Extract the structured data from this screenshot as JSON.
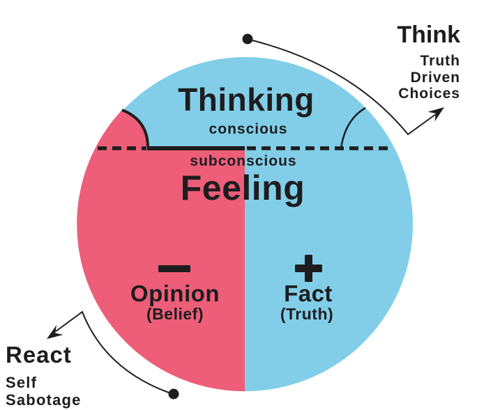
{
  "colors": {
    "pink": "#ee5e78",
    "blue": "#82cee8",
    "ink": "#1d1d1f"
  },
  "diagram": {
    "conscious_zone": {
      "title": "Thinking",
      "label": "conscious"
    },
    "subconscious_zone": {
      "label": "subconscious",
      "title": "Feeling"
    },
    "opinion_side": {
      "sign": "−",
      "label": "Opinion",
      "sublabel": "(Belief)"
    },
    "fact_side": {
      "sign": "+",
      "label": "Fact",
      "sublabel": "(Truth)"
    }
  },
  "callouts": {
    "think": {
      "title": "Think",
      "lines": [
        "Truth",
        "Driven",
        "Choices"
      ]
    },
    "react": {
      "title": "React",
      "lines": [
        "Self",
        "Sabotage"
      ]
    }
  }
}
